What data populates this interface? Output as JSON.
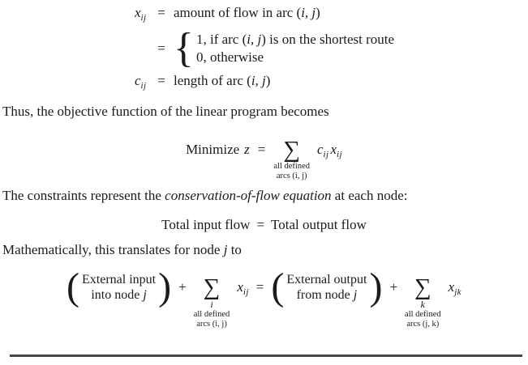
{
  "doc": {
    "defs": {
      "x": {
        "v": "x",
        "sub": "ij",
        "eq": "=",
        "pre": "amount of flow in arc (",
        "arg": "i, j",
        "post": ")"
      },
      "cases": {
        "eq": "=",
        "brace": "{",
        "l1pre": "1, if arc (",
        "l1arg": "i, j",
        "l1post": ") is on the shortest route",
        "l2": "0, otherwise"
      },
      "c": {
        "v": "c",
        "sub": "ij",
        "eq": "=",
        "pre": "length of arc (",
        "arg": "i, j",
        "post": ")"
      }
    },
    "p1": "Thus, the objective function of the linear program becomes",
    "obj": {
      "minimize": "Minimize",
      "z": "z",
      "eq": "=",
      "sigma": "∑",
      "lab1": "all defined",
      "lab2": "arcs (i, j)",
      "c": "c",
      "csub": "ij",
      "x": "x",
      "xsub": "ij"
    },
    "p2": {
      "pre": "The constraints represent the ",
      "em": "conservation-of-flow equation",
      "post": " at each node:"
    },
    "flow": {
      "left": "Total input flow",
      "eq": "=",
      "right": "Total output flow"
    },
    "p3": {
      "pre": "Mathematically, this translates for node ",
      "em": "j",
      "post": " to"
    },
    "node": {
      "lp": "(",
      "rp": ")",
      "in1": "External input",
      "in2": "into node ",
      "inj": "j",
      "plus1": "+",
      "s1": {
        "sigma": "∑",
        "idx": "i",
        "lab1": "all defined",
        "lab2": "arcs (i, j)"
      },
      "t1": {
        "v": "x",
        "sub": "ij"
      },
      "eq": "=",
      "out1": "External output",
      "out2": "from node ",
      "outj": "j",
      "plus2": "+",
      "s2": {
        "sigma": "∑",
        "idx": "k",
        "lab1": "all defined",
        "lab2": "arcs (j, k)"
      },
      "t2": {
        "v": "x",
        "sub": "jk"
      }
    },
    "colors": {
      "text": "#1b1b1b",
      "rule": "#474747",
      "background": "#ffffff"
    }
  }
}
